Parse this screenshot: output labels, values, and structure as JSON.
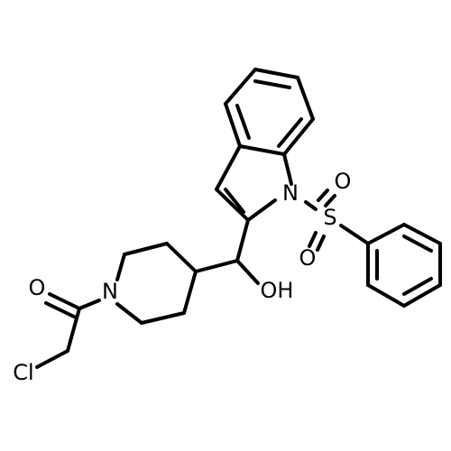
{
  "molecule": {
    "atoms": {
      "N_indole": "N",
      "S_sulfonyl": "S",
      "O_sulfonyl_top": "O",
      "O_sulfonyl_bottom": "O",
      "O_hydroxyl": "OH",
      "N_piperidine": "N",
      "O_carbonyl": "O",
      "Cl": "Cl"
    }
  }
}
